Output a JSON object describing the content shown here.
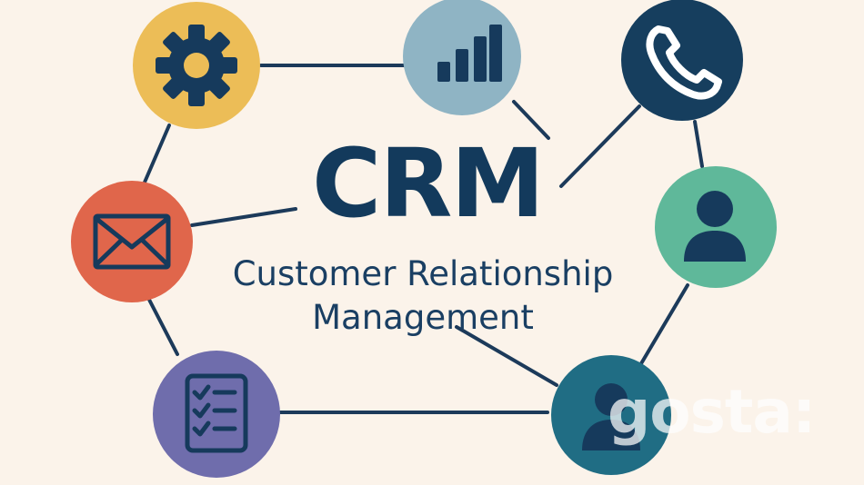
{
  "diagram": {
    "title": "CRM",
    "subtitle_line1": "Customer Relationship",
    "subtitle_line2": "Management"
  },
  "nodes": [
    {
      "id": "settings",
      "icon": "gear-icon",
      "color": "#ecbd57"
    },
    {
      "id": "analytics",
      "icon": "bar-chart-icon",
      "color": "#8fb4c4"
    },
    {
      "id": "phone",
      "icon": "phone-icon",
      "color": "#163e5e"
    },
    {
      "id": "email",
      "icon": "envelope-icon",
      "color": "#e0664b"
    },
    {
      "id": "contact",
      "icon": "person-icon",
      "color": "#5fb89a"
    },
    {
      "id": "tasks",
      "icon": "checklist-icon",
      "color": "#6f6dac"
    },
    {
      "id": "customer",
      "icon": "person-icon",
      "color": "#206d84"
    }
  ],
  "watermark": "gosta:",
  "colors": {
    "background": "#fbf3ea",
    "title": "#133a5c",
    "icon_stroke": "#163a5c",
    "connector": "#1c3a5a"
  }
}
